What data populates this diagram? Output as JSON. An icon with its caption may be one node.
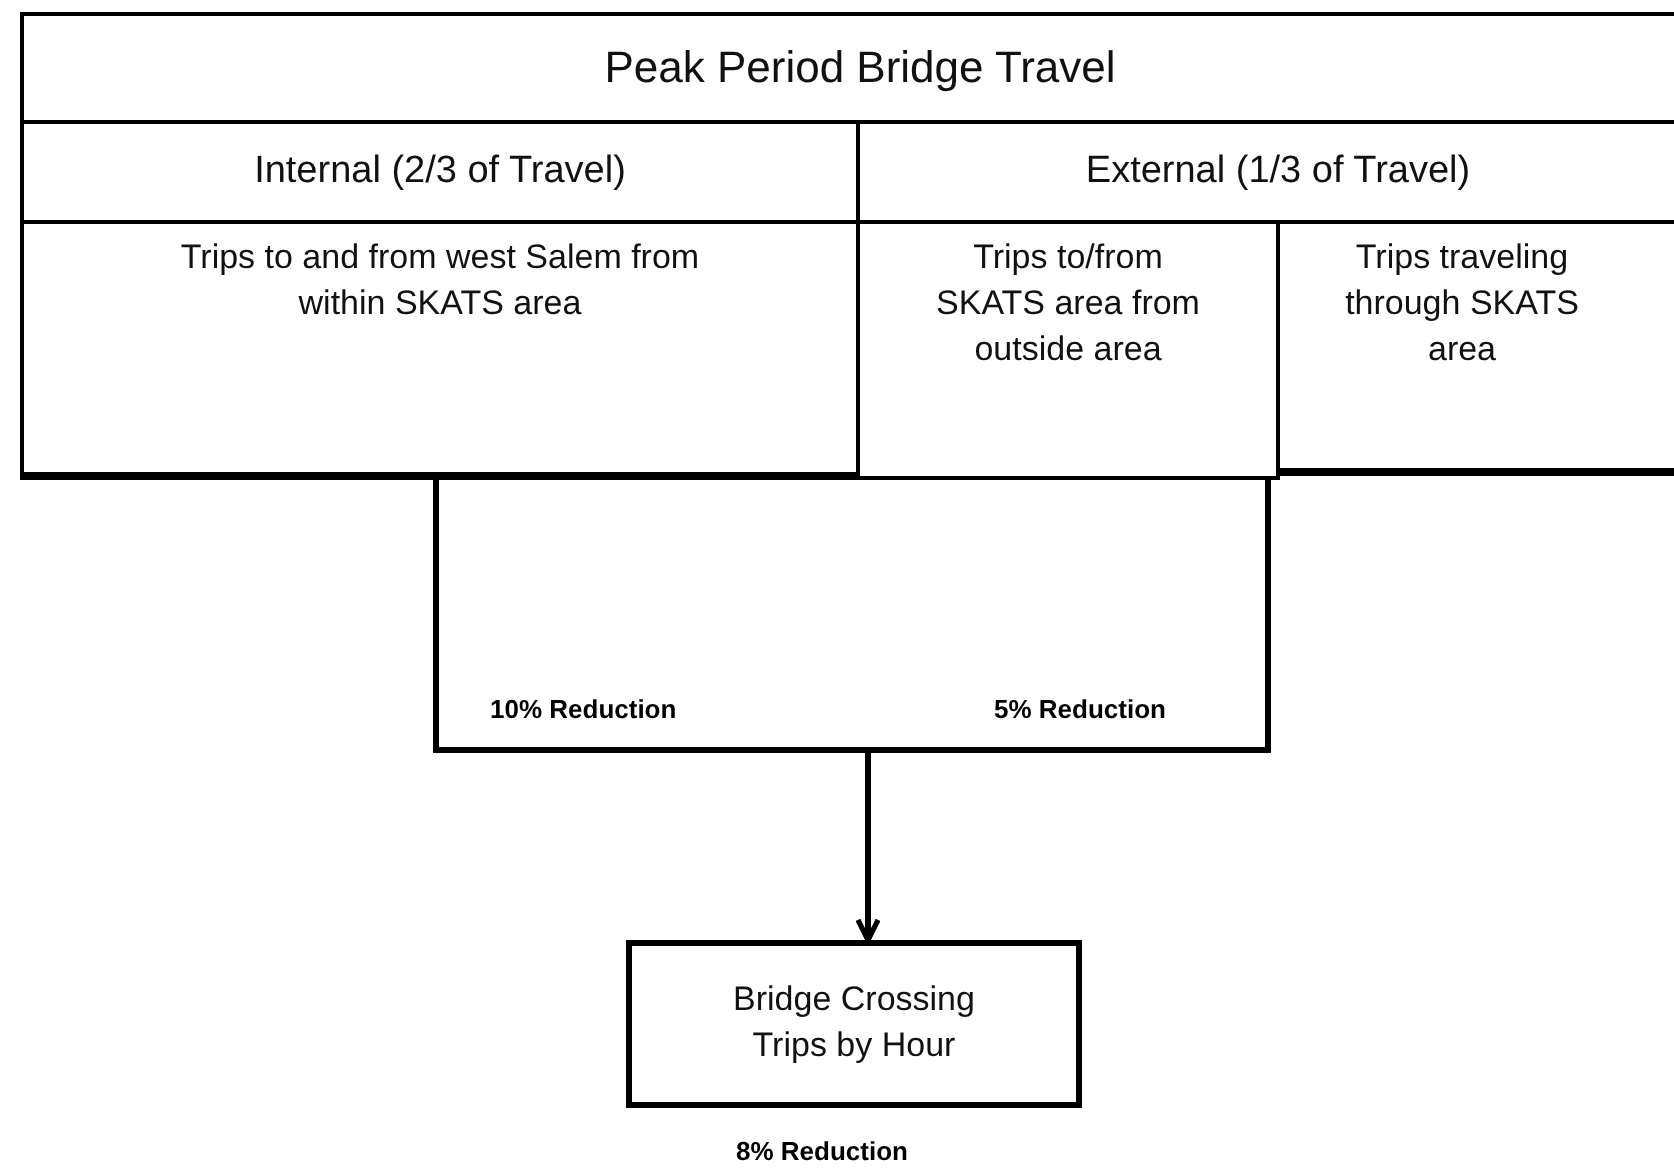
{
  "diagram": {
    "nodes": [
      {
        "text": [
          "Peak Period Bridge Travel"
        ]
      },
      {
        "text": [
          "Internal (2/3 of Travel)"
        ]
      },
      {
        "text": [
          "External (1/3 of Travel)"
        ]
      },
      {
        "text": [
          "Trips to and from west Salem from within SKATS area"
        ]
      },
      {
        "text": [
          "Trips to/from SKATS area from outside area"
        ]
      },
      {
        "text": [
          "Trips traveling through SKATS area"
        ]
      },
      {
        "text": [
          "Bridge Crossing Trips by Hour"
        ],
        "beside": [
          "8% Reduction"
        ]
      }
    ],
    "edges": [
      {
        "from": 3,
        "to": 6,
        "arrow": "to",
        "label": "10% Reduction"
      },
      {
        "from": 4,
        "to": 6,
        "arrow": "to",
        "label": "5% Reduction"
      }
    ]
  }
}
